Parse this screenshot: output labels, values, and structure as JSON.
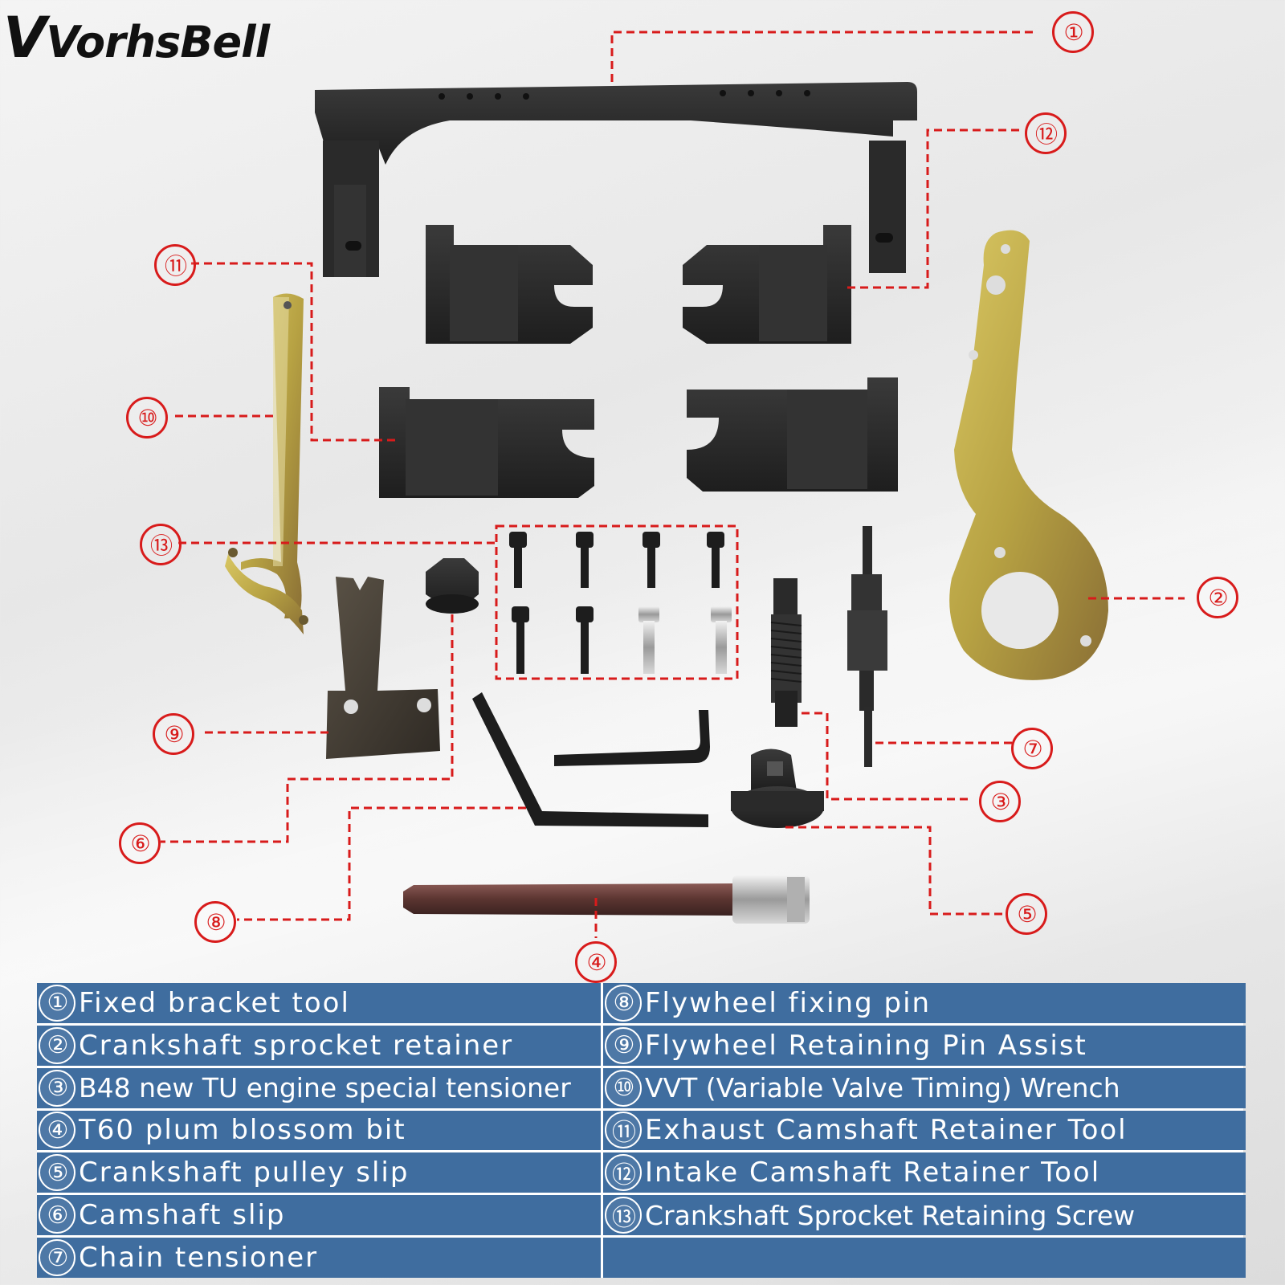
{
  "brand": {
    "first_letter": "V",
    "rest": "VorhsBell"
  },
  "callouts": [
    "①",
    "②",
    "③",
    "④",
    "⑤",
    "⑥",
    "⑦",
    "⑧",
    "⑨",
    "⑩",
    "⑪",
    "⑫",
    "⑬"
  ],
  "legend": {
    "left": [
      {
        "num": "①",
        "text": "Fixed bracket tool"
      },
      {
        "num": "②",
        "text": "Crankshaft sprocket retainer"
      },
      {
        "num": "③",
        "text": "B48 new TU engine special tensioner"
      },
      {
        "num": "④",
        "text": "T60 plum blossom bit"
      },
      {
        "num": "⑤",
        "text": "Crankshaft pulley slip"
      },
      {
        "num": "⑥",
        "text": "Camshaft slip"
      },
      {
        "num": "⑦",
        "text": "Chain tensioner"
      }
    ],
    "right": [
      {
        "num": "⑧",
        "text": "Flywheel fixing pin"
      },
      {
        "num": "⑨",
        "text": "Flywheel Retaining Pin Assist"
      },
      {
        "num": "⑩",
        "text": "VVT (Variable Valve Timing) Wrench"
      },
      {
        "num": "⑪",
        "text": "Exhaust Camshaft Retainer Tool"
      },
      {
        "num": "⑫",
        "text": "Intake Camshaft Retainer Tool"
      },
      {
        "num": "⑬",
        "text": "Crankshaft Sprocket Retaining Screw"
      }
    ]
  },
  "colors": {
    "callout_red": "#d81b1b",
    "legend_blue": "#3f6d9f",
    "tool_black": "#2b2b2b",
    "zinc_yellow": "#c9b24a"
  }
}
